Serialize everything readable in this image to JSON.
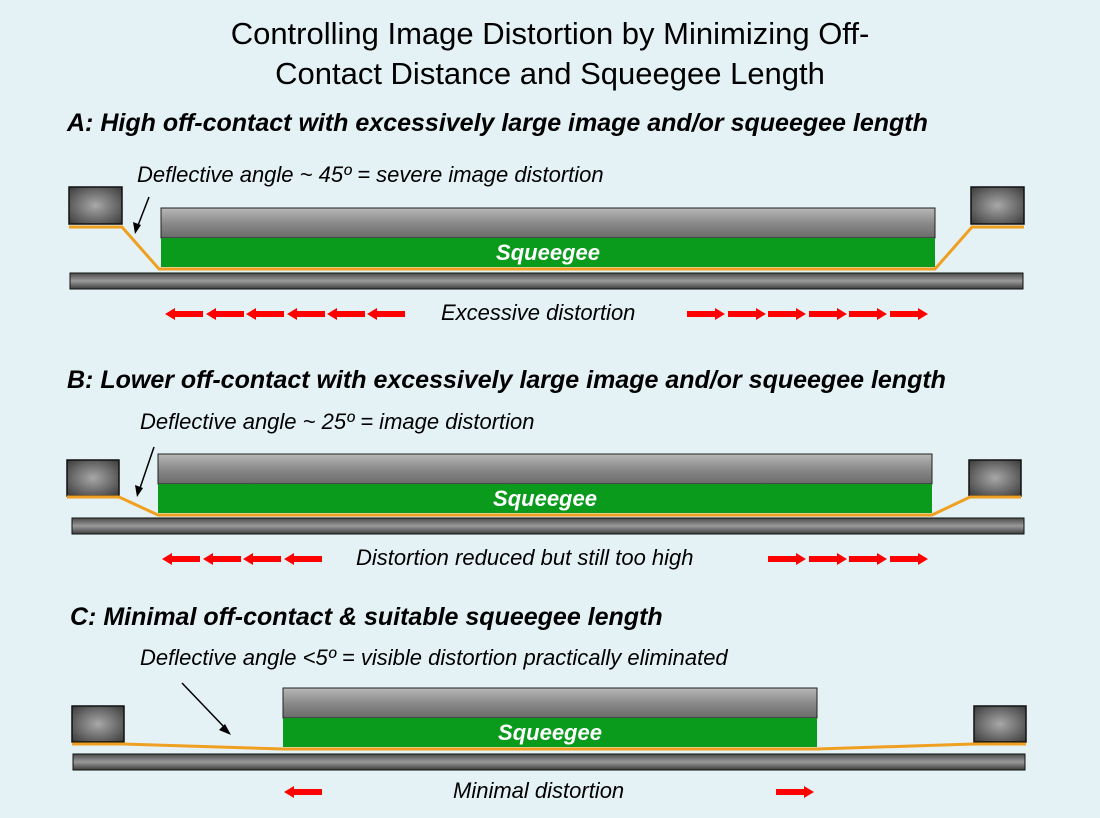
{
  "title": {
    "line1": "Controlling Image Distortion by Minimizing Off-",
    "line2": "Contact Distance and Squeegee Length"
  },
  "sections": [
    {
      "heading": "A: High off-contact with excessively large image and/or squeegee length",
      "angle_note": "Deflective angle ~ 45º = severe image distortion",
      "squeegee_label": "Squeegee",
      "distortion_label": "Excessive distortion"
    },
    {
      "heading": "B: Lower off-contact with excessively large image and/or squeegee length",
      "angle_note": "Deflective angle ~ 25º = image distortion",
      "squeegee_label": "Squeegee",
      "distortion_label": "Distortion reduced but still too high"
    },
    {
      "heading": "C: Minimal off-contact & suitable squeegee length",
      "angle_note": "Deflective angle <5º = visible distortion practically eliminated",
      "squeegee_label": "Squeegee",
      "distortion_label": "Minimal distortion"
    }
  ],
  "colors": {
    "background": "#e4f1f5",
    "squeegee": "#0a9a1c",
    "screen_mesh": "#f0a020",
    "arrow": "#ff0000"
  }
}
